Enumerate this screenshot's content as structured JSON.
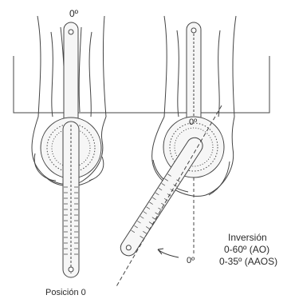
{
  "labels": {
    "zero_top": "0º",
    "zero_mid": "0º",
    "zero_bottom": "0º",
    "posicion": "Posición 0",
    "inversion_title": "Inversión",
    "range_ao": "0-60º (AO)",
    "range_aaos": "0-35º (AAOS)"
  },
  "colors": {
    "line": "#444444",
    "fill_instrument": "#f6f6f6",
    "fill_skin": "#ffffff"
  }
}
